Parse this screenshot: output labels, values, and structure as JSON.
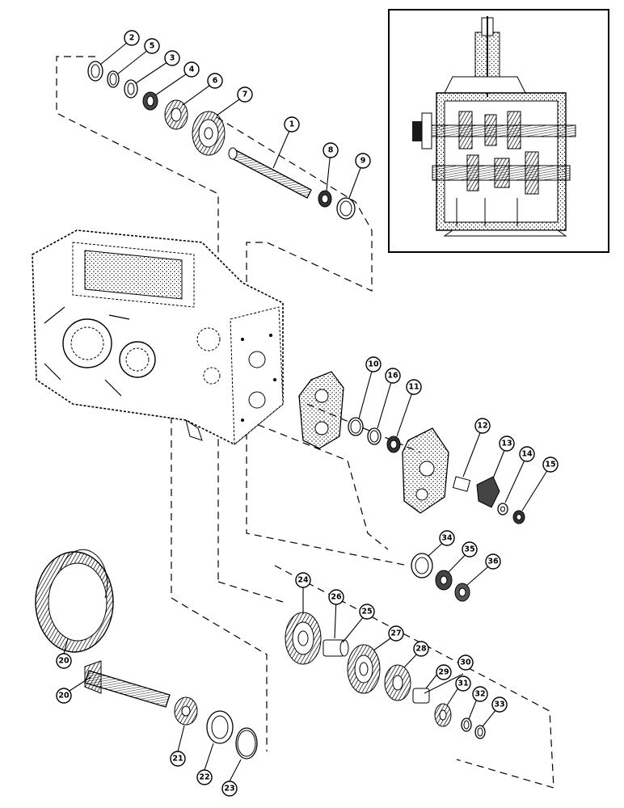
{
  "diagram": {
    "inset_label": "",
    "callouts": [
      "1",
      "2",
      "3",
      "4",
      "5",
      "6",
      "7",
      "8",
      "9",
      "10",
      "11",
      "12",
      "13",
      "14",
      "15",
      "16",
      "20",
      "20",
      "21",
      "22",
      "23",
      "24",
      "25",
      "26",
      "27",
      "28",
      "29",
      "30",
      "31",
      "32",
      "33",
      "34",
      "35",
      "36"
    ]
  }
}
